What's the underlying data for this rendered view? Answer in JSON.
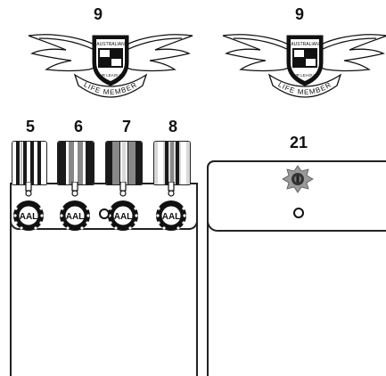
{
  "labels": {
    "wings_left": "9",
    "wings_right": "9",
    "medal_5": "5",
    "medal_6": "6",
    "medal_7": "7",
    "medal_8": "8",
    "panel_right": "21"
  },
  "badge": {
    "life_member": "LIFE MEMBER",
    "shield_top": "AUSTRALIAN",
    "shield_bottom": "AIR LEAGUE"
  },
  "medal": {
    "emblem": "AAL"
  },
  "colors": {
    "ink": "#111111",
    "ribbon_dark": "#1a1a1a",
    "ribbon_mid": "#888888",
    "ribbon_light": "#d8d8d8",
    "badge_grey": "#9a9a9a"
  },
  "icons": [
    "wings-badge-icon",
    "medal-icon",
    "lapel-pin-icon",
    "mounting-hole-icon"
  ]
}
